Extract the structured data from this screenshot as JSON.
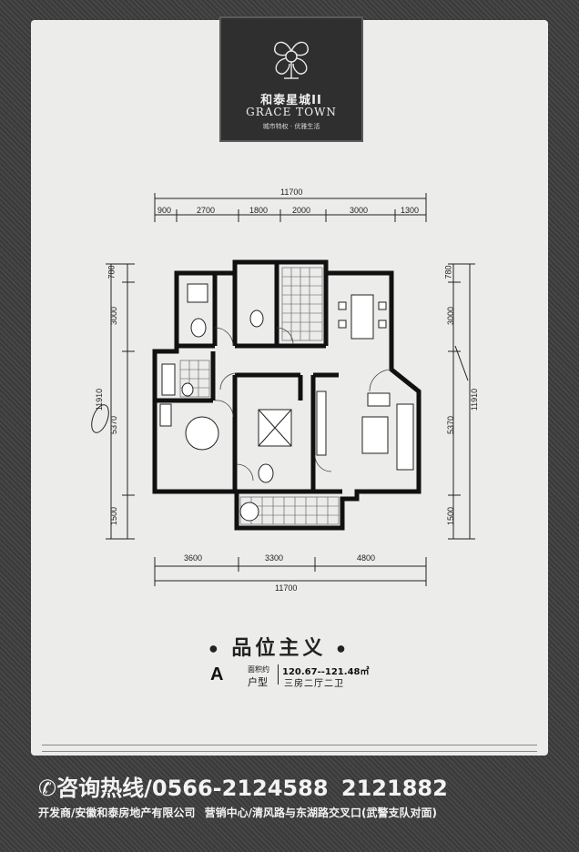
{
  "brand": {
    "name_cn": "和泰星城II",
    "name_en": "GRACE TOWN",
    "tagline": "城市特权 · 优雅生活"
  },
  "floorplan": {
    "top_total": "11700",
    "top_segments": [
      "900",
      "2700",
      "1800",
      "2000",
      "3000",
      "1300"
    ],
    "bottom_segments": [
      "3600",
      "3300",
      "4800"
    ],
    "bottom_total": "11700",
    "left_segments": [
      "780",
      "3000",
      "5370",
      "1500"
    ],
    "left_total": "11910",
    "right_segments": [
      "780",
      "3000",
      "5370",
      "1500"
    ],
    "right_total": "11910"
  },
  "slogan": "品位主义",
  "unit": {
    "type": "A",
    "area_label": "面积约",
    "type_label": "户型",
    "area": "120.67--121.48㎡",
    "rooms": "三房二厅二卫"
  },
  "contact": {
    "hotline_label": "咨询热线",
    "phone1": "0566-2124588",
    "phone2": "2121882"
  },
  "footer": {
    "developer_label": "开发商",
    "developer": "安徽和泰房地产有限公司",
    "sales_label": "营销中心",
    "sales_address": "清风路与东湖路交叉口(武警支队对面)"
  },
  "colors": {
    "frame": "#3d3d3d",
    "panel": "#ececeb",
    "logo_bg": "#2f2f2f"
  }
}
